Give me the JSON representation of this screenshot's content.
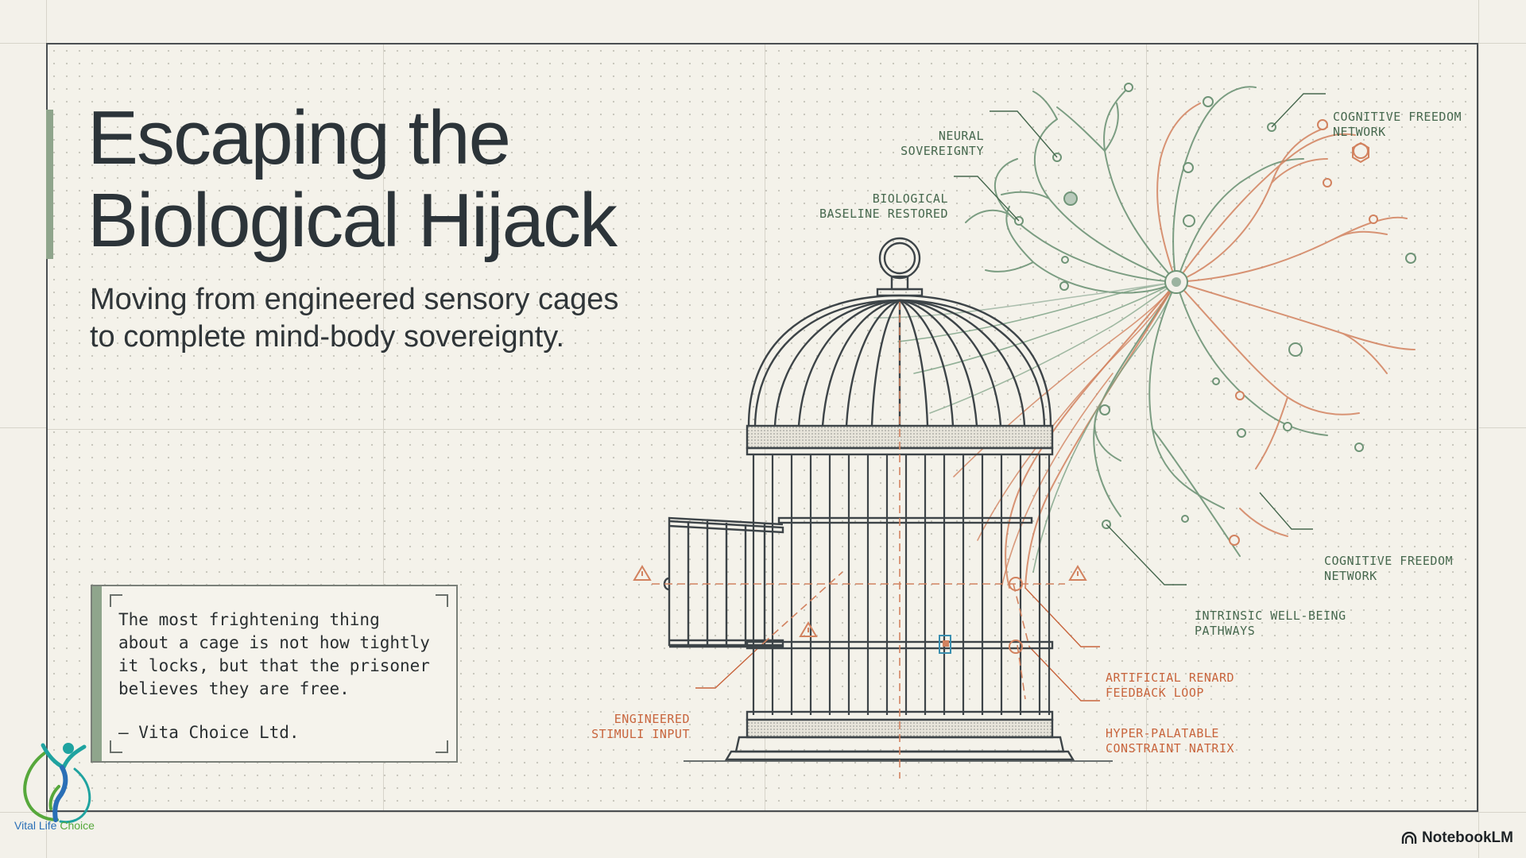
{
  "slide": {
    "title_lines": [
      "Escaping the",
      "Biological Hijack"
    ],
    "subtitle_lines": [
      "Moving from engineered sensory cages",
      "to complete mind-body sovereignty."
    ],
    "quote": {
      "lines": [
        "The most frightening thing",
        "about a cage is not how tightly",
        "it locks, but that the prisoner",
        "believes they are free."
      ],
      "author": "— Vita Choice Ltd."
    }
  },
  "labels": {
    "neural_sovereignty": [
      "NEURAL",
      "SOVEREIGNTY"
    ],
    "biological_baseline": [
      "BIOLOGICAL",
      "BASELINE RESTORED"
    ],
    "cognitive_freedom_top": [
      "COGNITIVE FREEDOM",
      "NETWORK"
    ],
    "cognitive_freedom_right": [
      "COGNITIVE FREEDOM",
      "NETWORK"
    ],
    "intrinsic_wellbeing": [
      "INTRINSIC WELL-BEING",
      "PATHWAYS"
    ],
    "artificial_reward": [
      "ARTIFICIAL RENARD",
      "FEEDBACK LOOP"
    ],
    "hyper_palatable": [
      "HYPER-PALATABLE",
      "CONSTRAINT NATRIX"
    ],
    "engineered_stimuli": [
      "ENGINEERED",
      "STIMULI INPUT"
    ]
  },
  "logo": {
    "text_part1": "Vital Life ",
    "text_part2": "Choice",
    "color_blue": "#2a6fb6",
    "color_green": "#56a83b",
    "color_teal": "#1fa3a0"
  },
  "brand": {
    "name": "NotebookLM",
    "icon": "notebooklm-icon"
  },
  "colors": {
    "green_accent": "#8fa58c",
    "network_green": "#5e8a66",
    "network_orange": "#c8653d",
    "cage_ink": "#3d4448"
  }
}
